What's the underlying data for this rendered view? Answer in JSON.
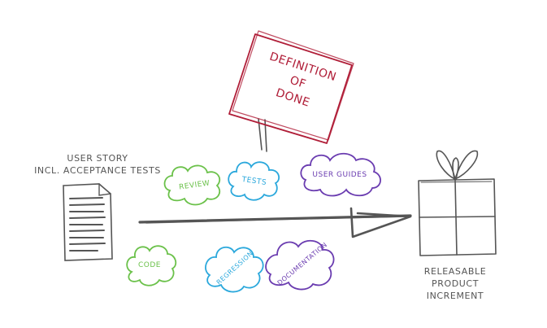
{
  "input": {
    "line1": "USER STORY",
    "line2": "INCL. ACCEPTANCE TESTS"
  },
  "sign": {
    "line1": "DEFINITION",
    "line2": "OF",
    "line3": "DONE"
  },
  "clouds": {
    "review": "REVIEW",
    "tests": "TESTS",
    "user_guides": "USER GUIDES",
    "code": "CODE",
    "regression": "REGRESSION",
    "documentation": "DOCUMENTATION"
  },
  "output": {
    "line1": "RELEASABLE",
    "line2": "PRODUCT",
    "line3": "INCREMENT"
  },
  "colors": {
    "green": "#6bc14a",
    "blue": "#2ba8dc",
    "purple": "#6a3cb0",
    "red": "#b01e38",
    "ink": "#555555"
  },
  "icons": [
    "document-icon",
    "gift-box-icon",
    "arrow-icon",
    "sign-icon"
  ]
}
